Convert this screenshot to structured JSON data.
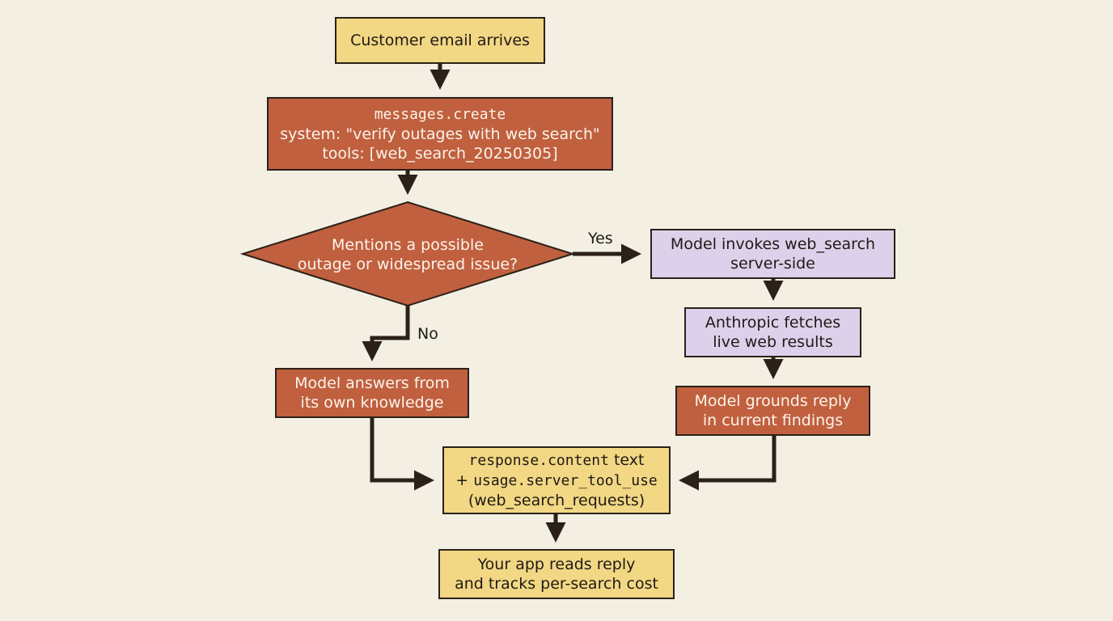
{
  "nodes": {
    "customer_email": {
      "line1": "Customer email arrives"
    },
    "messages_create": {
      "line1": "messages.create",
      "line2": "system: \"verify outages with web search\"",
      "line3": "tools: [web_search_20250305]"
    },
    "decision": {
      "line1": "Mentions a possible",
      "line2": "outage or widespread issue?"
    },
    "invoke_search": {
      "line1": "Model invokes web_search",
      "line2": "server-side"
    },
    "anthropic_fetches": {
      "line1": "Anthropic fetches",
      "line2": "live web results"
    },
    "grounds_reply": {
      "line1": "Model grounds reply",
      "line2": "in current findings"
    },
    "own_knowledge": {
      "line1": "Model answers from",
      "line2": "its own knowledge"
    },
    "response": {
      "code1": "response.content",
      "text1": " text",
      "line2_prefix": "+ ",
      "code2": "usage.server_tool_use",
      "line3": "(web_search_requests)"
    },
    "app_reads": {
      "line1": "Your app reads reply",
      "line2": "and tracks per-search cost"
    }
  },
  "edges": {
    "yes_label": "Yes",
    "no_label": "No"
  },
  "colors": {
    "background": "#f3efe3",
    "yellow": "#f2d784",
    "orange": "#c0603f",
    "purple": "#ddd0eb",
    "stroke": "#2b2118"
  }
}
